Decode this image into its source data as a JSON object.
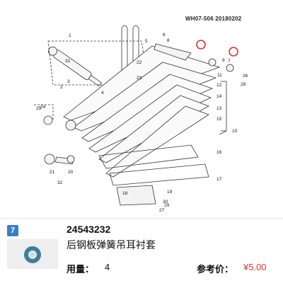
{
  "diagram": {
    "doc_code": "WH07-506  20180202",
    "callouts": [
      "1",
      "2",
      "3",
      "4",
      "5",
      "6",
      "7",
      "8",
      "9",
      "10",
      "11",
      "12",
      "13",
      "14",
      "15",
      "16",
      "17",
      "18",
      "19",
      "20",
      "21",
      "22",
      "23",
      "24",
      "25",
      "26",
      "27",
      "28",
      "29",
      "30",
      "31",
      "32"
    ],
    "highlight_color": "#e0332b"
  },
  "part": {
    "index": "7",
    "number": "24543232",
    "name": "后钢板弹簧吊耳衬套",
    "qty_label": "用量：",
    "qty": "4",
    "price_label": "参考价：",
    "price": "¥5.00"
  },
  "colors": {
    "badge": "#3a7fc4",
    "price": "#e23a2e"
  }
}
